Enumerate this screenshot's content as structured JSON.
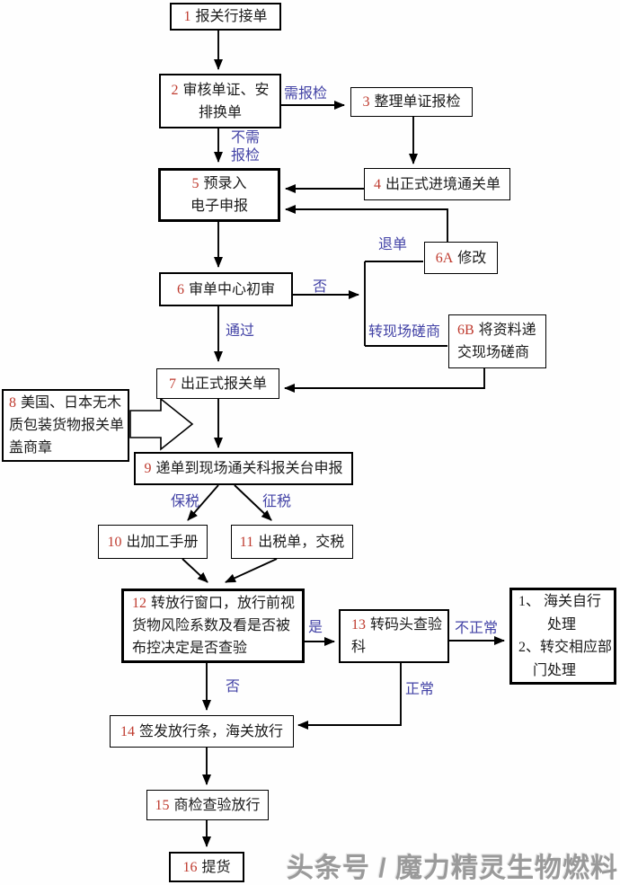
{
  "colors": {
    "number_red": "#bf3b2f",
    "label_blue": "#4343a6",
    "line_black": "#1a1a1a",
    "wm_gray": "#9a9a9a"
  },
  "boxes": {
    "b1": {
      "num": "1",
      "label": "报关行接单"
    },
    "b2": {
      "num": "2",
      "label": "审核单证、安\n排换单"
    },
    "b3": {
      "num": "3",
      "label": "整理单证报检"
    },
    "b4": {
      "num": "4",
      "label": "出正式进境通关单"
    },
    "b5": {
      "num": "5",
      "label": "预录入\n电子申报"
    },
    "b6": {
      "num": "6",
      "label": "审单中心初审"
    },
    "b6a": {
      "num": "6A",
      "label": "修改"
    },
    "b6b": {
      "num": "6B",
      "label": "将资料递\n交现场磋商"
    },
    "b7": {
      "num": "7",
      "label": "出正式报关单"
    },
    "b8": {
      "num": "8",
      "label": "美国、日本无木\n质包装货物报关单\n盖商章"
    },
    "b9": {
      "num": "9",
      "label": "递单到现场通关科报关台申报"
    },
    "b10": {
      "num": "10",
      "label": "出加工手册"
    },
    "b11": {
      "num": "11",
      "label": "出税单，交税"
    },
    "b12": {
      "num": "12",
      "label": "转放行窗口，放行前视\n货物风险系数及看是否被\n布控决定是否查验"
    },
    "b13": {
      "num": "13",
      "label": "转码头查验\n科"
    },
    "b14": {
      "num": "14",
      "label": "签发放行条，海关放行"
    },
    "b15": {
      "num": "15",
      "label": "商检查验放行"
    },
    "b16": {
      "num": "16",
      "label": "提货"
    },
    "side": {
      "label": "1、 海关自行\n　　处理\n2、转交相应部\n　门处理"
    }
  },
  "edge_labels": {
    "need_inspection": "需报检",
    "no_need_inspection": "不需\n报检",
    "return_doc": "退单",
    "no_1": "否",
    "pass": "通过",
    "transfer_onsite": "转现场磋商",
    "bonded": "保税",
    "taxed": "征税",
    "yes": "是",
    "abnormal": "不正常",
    "no_2": "否",
    "normal": "正常"
  },
  "watermark": {
    "text": "头条号 / 魔力精灵生物燃料"
  }
}
